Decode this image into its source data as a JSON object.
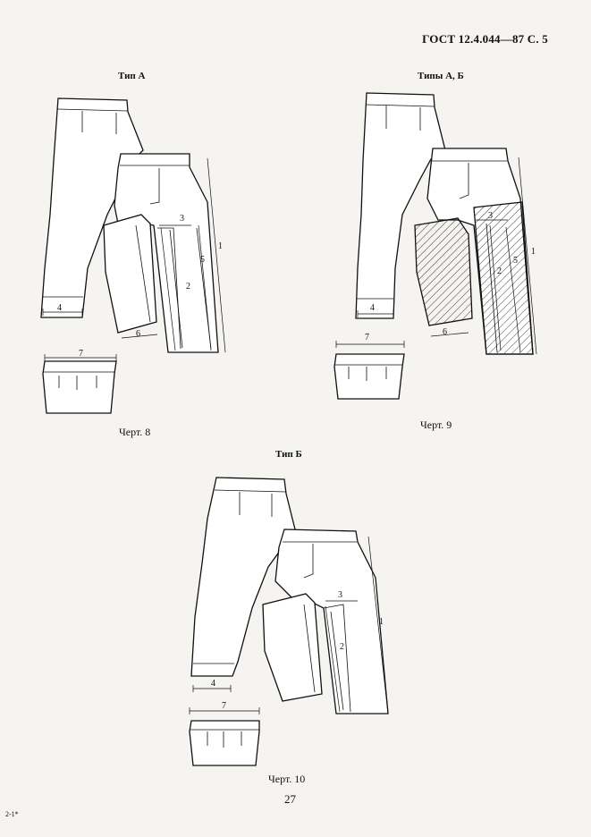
{
  "document": {
    "header": "ГОСТ 12.4.044—87 С. 5",
    "page_number": "27",
    "corner_mark": "2-1*"
  },
  "figures": [
    {
      "title": "Тип А",
      "caption": "Черт. 8",
      "dims": [
        "1",
        "2",
        "3",
        "4",
        "5",
        "6",
        "7"
      ]
    },
    {
      "title": "Типы А, Б",
      "caption": "Черт. 9",
      "dims": [
        "1",
        "2",
        "3",
        "4",
        "5",
        "6",
        "7"
      ]
    },
    {
      "title": "Тип Б",
      "caption": "Черт. 10",
      "dims": [
        "1",
        "2",
        "3",
        "4",
        "7"
      ]
    }
  ]
}
